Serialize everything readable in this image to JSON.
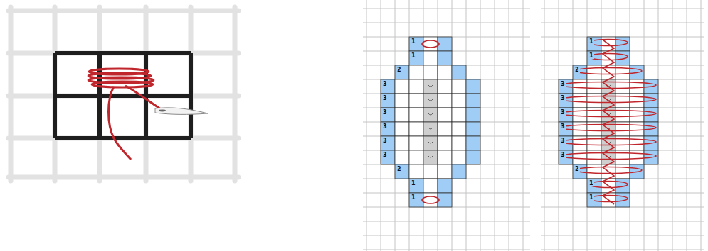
{
  "diagram": {
    "labels": [
      "1",
      "1",
      "2",
      "3",
      "3",
      "3",
      "3",
      "3",
      "3",
      "2",
      "1",
      "1",
      "1",
      "1",
      "2",
      "3",
      "3",
      "3",
      "3",
      "3",
      "3",
      "2",
      "1",
      "1"
    ]
  }
}
